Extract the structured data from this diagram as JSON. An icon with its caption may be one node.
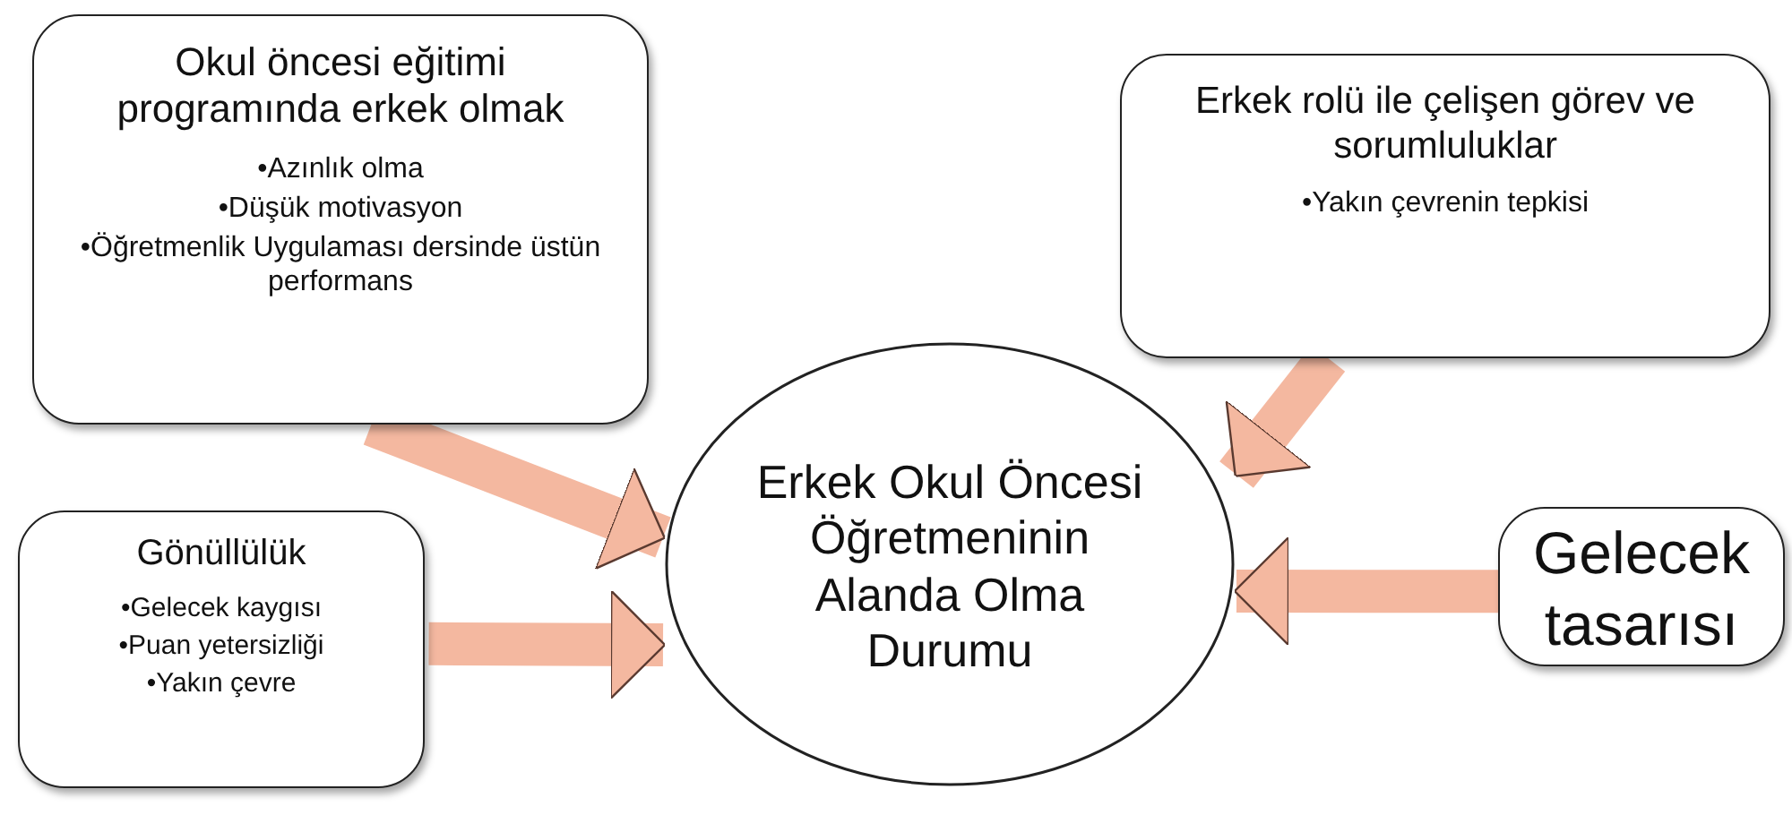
{
  "diagram": {
    "nodes": [
      {
        "text": [
          "Okul öncesi eğitimi programında erkek olmak",
          "•Azınlık olma",
          "•Düşük motivasyon",
          "•Öğretmenlik Uygulaması dersinde üstün performans"
        ]
      },
      {
        "text": [
          "Erkek rolü ile çelişen görev ve sorumluluklar",
          "•Yakın çevrenin tepkisi"
        ]
      },
      {
        "text": [
          "Gönüllülük",
          "•Gelecek kaygısı",
          "•Puan yetersizliği",
          "•Yakın çevre"
        ]
      },
      {
        "text": [
          "Erkek Okul Öncesi Öğretmeninin Alanda Olma Durumu"
        ]
      },
      {
        "text": [
          "Gelecek tasarısı"
        ]
      }
    ],
    "edges": [
      {
        "from": 0,
        "to": 3,
        "arrow": "to"
      },
      {
        "from": 2,
        "to": 3,
        "arrow": "to"
      },
      {
        "from": 1,
        "to": 3,
        "arrow": "to"
      },
      {
        "from": 4,
        "to": 3,
        "arrow": "to"
      }
    ]
  }
}
